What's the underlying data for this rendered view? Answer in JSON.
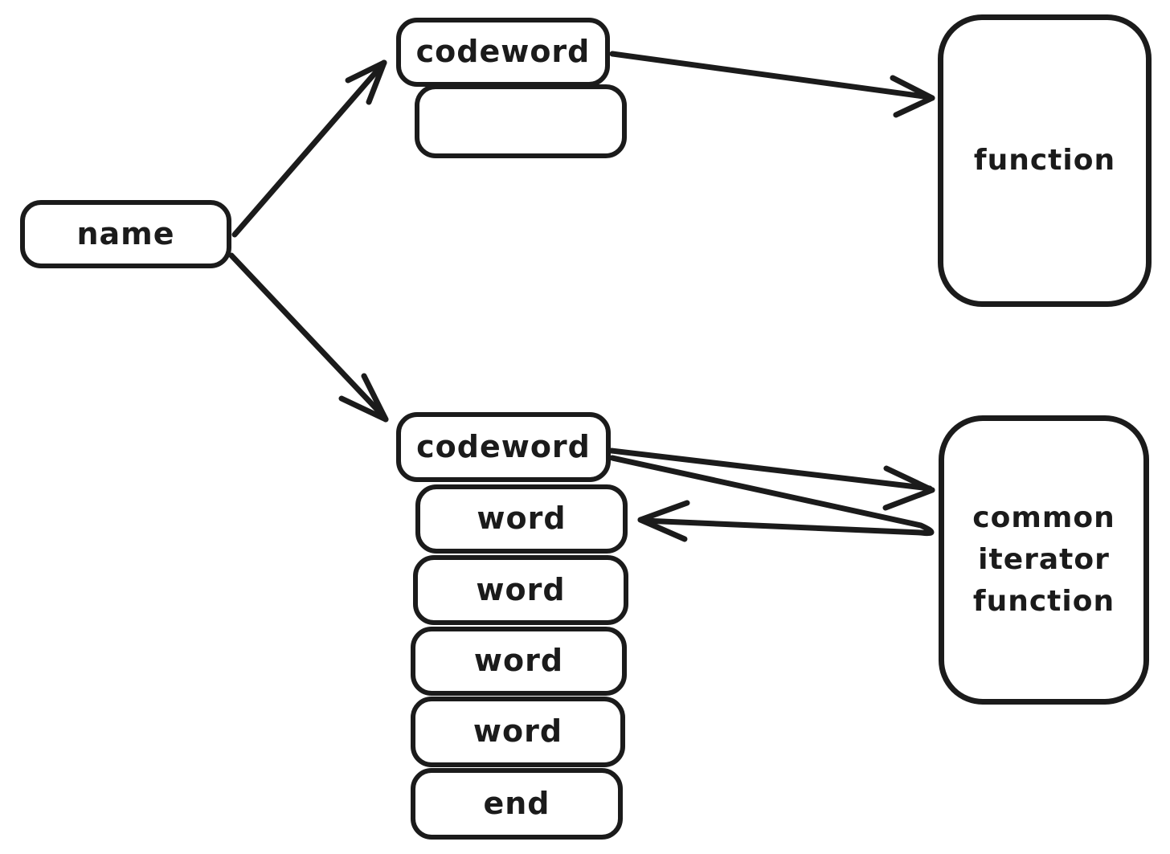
{
  "diagram": {
    "colors": {
      "background": "#ffffff",
      "stroke": "#1b1b1b"
    },
    "nodes": {
      "name": "name",
      "codeword_top": "codeword",
      "empty_slot": "",
      "function_box": "function",
      "codeword_bottom": "codeword",
      "word_1": "word",
      "word_2": "word",
      "word_3": "word",
      "word_4": "word",
      "end_slot": "end",
      "iterator_box": "common\niterator\nfunction"
    },
    "edges": [
      {
        "from": "name",
        "to": "codeword (top)"
      },
      {
        "from": "name",
        "to": "codeword (bottom)"
      },
      {
        "from": "codeword (top)",
        "to": "function"
      },
      {
        "from": "codeword (bottom)",
        "to": "common iterator function"
      },
      {
        "from": "common iterator function",
        "to": "word (first)"
      }
    ]
  }
}
